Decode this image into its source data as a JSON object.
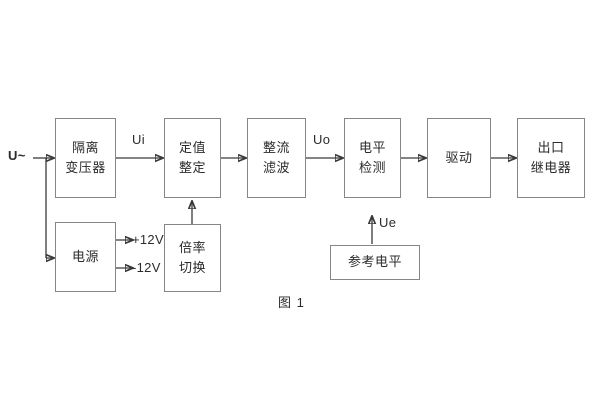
{
  "diagram": {
    "caption": "图 1",
    "input_label": "U~",
    "blocks": [
      {
        "id": "isolation-transformer",
        "lines": [
          "隔离",
          "变压器"
        ]
      },
      {
        "id": "setting-value",
        "lines": [
          "定值",
          "整定"
        ]
      },
      {
        "id": "rectify-filter",
        "lines": [
          "整流",
          "滤波"
        ]
      },
      {
        "id": "level-detect",
        "lines": [
          "电平",
          "检测"
        ]
      },
      {
        "id": "drive",
        "lines": [
          "驱动"
        ]
      },
      {
        "id": "output-relay",
        "lines": [
          "出口",
          "继电器"
        ]
      },
      {
        "id": "power-supply",
        "lines": [
          "电源"
        ]
      },
      {
        "id": "ratio-switch",
        "lines": [
          "倍率",
          "切换"
        ]
      },
      {
        "id": "reference-level",
        "lines": [
          "参考电平"
        ]
      }
    ],
    "signals": {
      "ui": "Ui",
      "uo": "Uo",
      "ue": "Ue",
      "pos12v": "+12V",
      "neg12v": "-12V"
    }
  }
}
